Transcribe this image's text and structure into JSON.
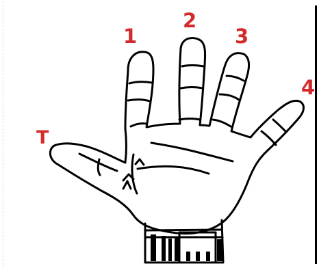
{
  "diagram": {
    "labels": {
      "thumb": "T",
      "finger_1": "1",
      "finger_2": "2",
      "finger_3": "3",
      "finger_4": "4"
    },
    "colors": {
      "label": "#d32b2b",
      "outline": "#000000",
      "background": "#ffffff"
    },
    "icons": {
      "hand": "hand-diagram-icon"
    }
  }
}
